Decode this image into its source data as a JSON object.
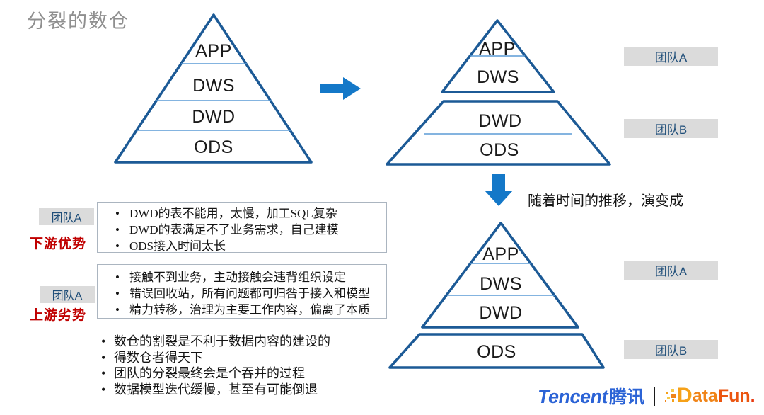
{
  "title": "分裂的数仓",
  "bullet_glyph": "•",
  "colors": {
    "pyramid_stroke": "#1C5A96",
    "layer_divider": "#5B9BD5",
    "arrow_blue": "#1478C8",
    "team_text": "#1F4E79",
    "team_bg": "#DBDBDB",
    "accent_red": "#C00000",
    "title_gray": "#8F8F8F",
    "tencent_blue": "#2B63D6",
    "datafun_orange": "#F08418"
  },
  "pyramid_initial": {
    "layers": [
      "APP",
      "DWS",
      "DWD",
      "ODS"
    ]
  },
  "pyramid_split": {
    "upper_layers": [
      "APP",
      "DWS"
    ],
    "lower_layers": [
      "DWD",
      "ODS"
    ]
  },
  "pyramid_final": {
    "upper_layers": [
      "APP",
      "DWS",
      "DWD"
    ],
    "lower_layers": [
      "ODS"
    ]
  },
  "team_labels": {
    "split_upper": "团队A",
    "split_lower": "团队B",
    "final_upper": "团队A",
    "final_lower": "团队B"
  },
  "transition_text": "随着时间的推移，演变成",
  "panels": [
    {
      "team": "团队A",
      "role": "下游优势",
      "bullets": [
        "DWD的表不能用，太慢，加工SQL复杂",
        "DWD的表满足不了业务需求，自己建模",
        "ODS接入时间太长"
      ]
    },
    {
      "team": "团队A",
      "role": "上游劣势",
      "bullets": [
        "接触不到业务，主动接触会违背组织设定",
        "错误回收站，所有问题都可归咎于接入和模型",
        "精力转移，治理为主要工作内容，偏离了本质"
      ]
    }
  ],
  "conclusions": [
    "数仓的割裂是不利于数据内容的建设的",
    "得数仓者得天下",
    "团队的分裂最终会是个吞并的过程",
    "数据模型迭代缓慢，甚至有可能倒退"
  ],
  "footer": {
    "tencent_en": "Tencent",
    "tencent_cn": "腾讯",
    "separator": "|",
    "datafun_d": "D",
    "datafun_ata": "ata",
    "datafun_fun": "Fun",
    "datafun_dot": "."
  }
}
